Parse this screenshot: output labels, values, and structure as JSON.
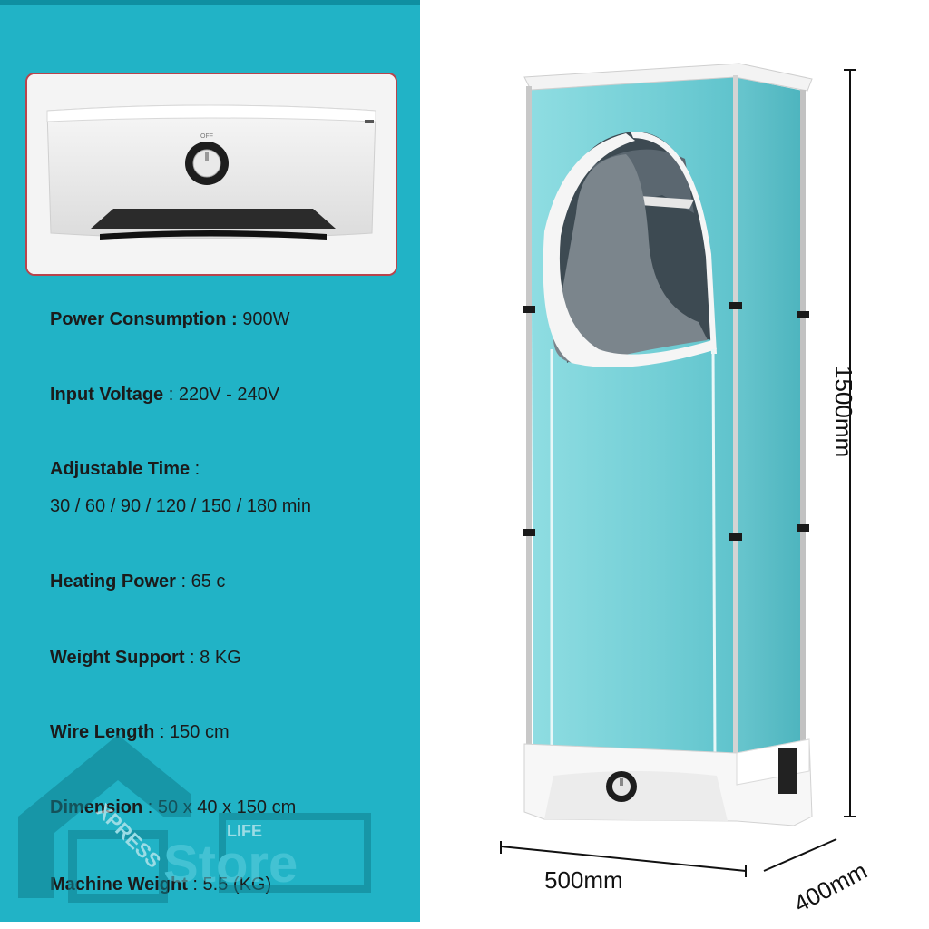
{
  "specs": [
    {
      "label": "Power Consumption",
      "sep": " : ",
      "value": "900W"
    },
    {
      "label": "Input Voltage",
      "sep": " : ",
      "value": "220V - 240V"
    },
    {
      "label": "Adjustable Time",
      "sep": " :",
      "value": ""
    },
    {
      "label": "Heating Power",
      "sep": " : ",
      "value": "65 c"
    },
    {
      "label": "Weight Support",
      "sep": " : ",
      "value": "8 KG"
    },
    {
      "label": "Wire Length",
      "sep": " : ",
      "value": "150 cm"
    },
    {
      "label": "Dimension",
      "sep": " : ",
      "value": "50 x 40 x 150 cm"
    },
    {
      "label": "Machine Weight",
      "sep": " : ",
      "value": "5.5 (KG)"
    }
  ],
  "time_options": "30 / 60 / 90 / 120 / 150 / 180 min",
  "dimensions": {
    "height": "1500mm",
    "width": "500mm",
    "depth": "400mm"
  },
  "watermark": {
    "letters": "XPRESS",
    "small": "LIFE",
    "large": "Store"
  },
  "colors": {
    "panel": "#21b3c6",
    "cover": "#7fd6dc",
    "border": "#b9444c"
  }
}
